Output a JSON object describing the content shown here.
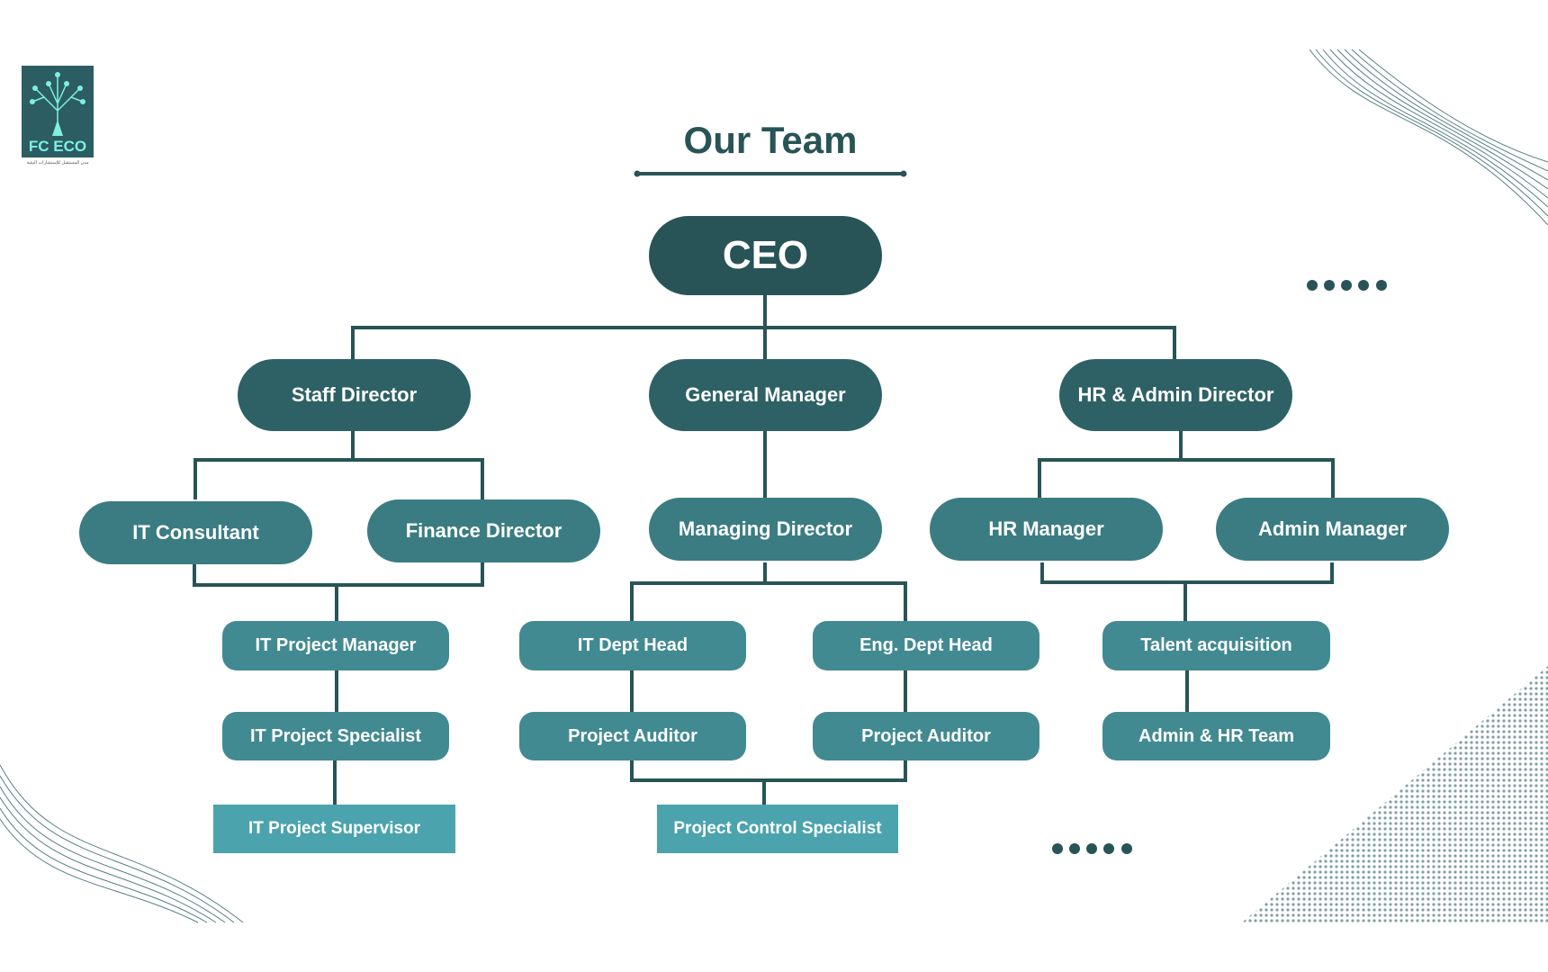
{
  "logo": {
    "name": "FC ECO",
    "subtitle": "مدن المستقبل للإستشارات البيئية"
  },
  "title": "Our Team",
  "colors": {
    "level1": "#285457",
    "level2": "#2d6165",
    "level3": "#3a7c82",
    "level4": "#428a91",
    "level6": "#4ba3ae",
    "connector": "#285457"
  },
  "nodes": {
    "ceo": "CEO",
    "staff_director": "Staff Director",
    "general_manager": "General Manager",
    "hr_admin_director": "HR & Admin Director",
    "it_consultant": "IT Consultant",
    "finance_director": "Finance Director",
    "managing_director": "Managing Director",
    "hr_manager": "HR Manager",
    "admin_manager": "Admin Manager",
    "it_project_manager": "IT Project Manager",
    "it_dept_head": "IT Dept Head",
    "eng_dept_head": "Eng. Dept Head",
    "talent_acquisition": "Talent acquisition",
    "it_project_specialist": "IT Project Specialist",
    "project_auditor_1": "Project Auditor",
    "project_auditor_2": "Project Auditor",
    "admin_hr_team": "Admin & HR Team",
    "it_project_supervisor": "IT Project Supervisor",
    "project_control_specialist": "Project Control Specialist"
  }
}
